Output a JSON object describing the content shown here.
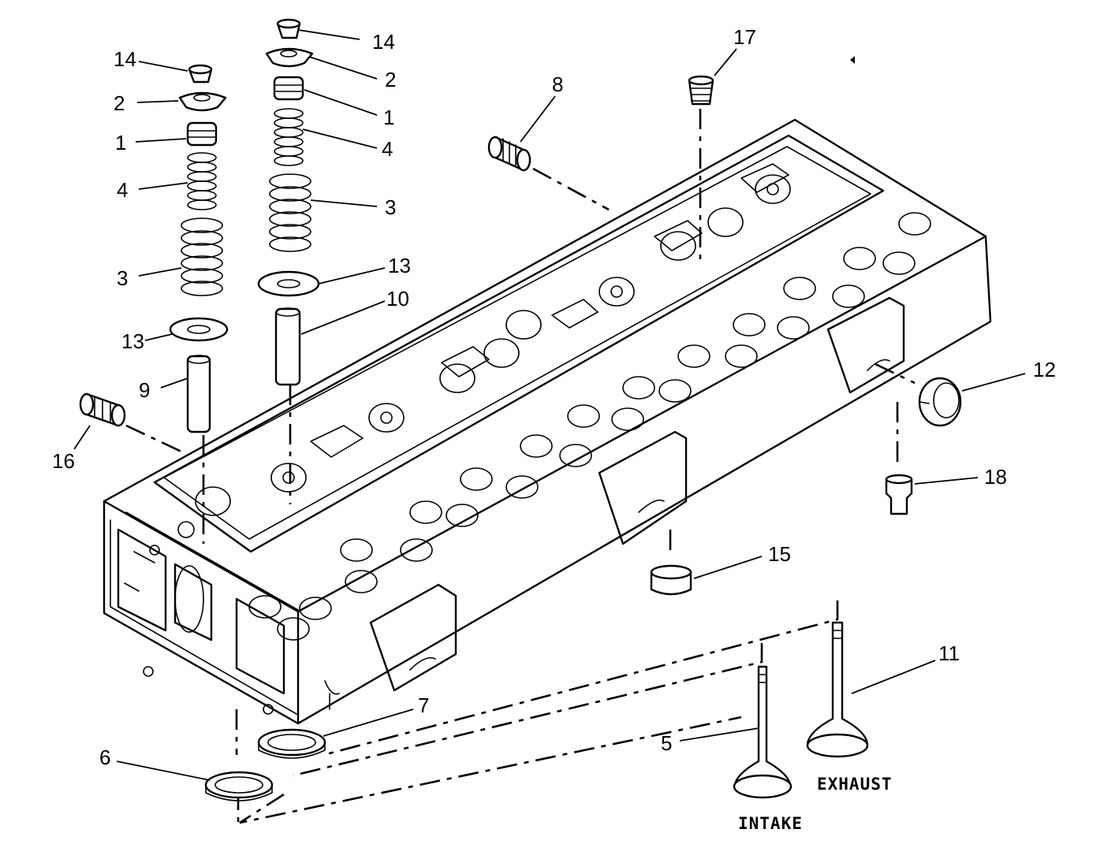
{
  "callouts": {
    "c1": "1",
    "c2": "2",
    "c3": "3",
    "c4": "4",
    "c5": "5",
    "c6": "6",
    "c7": "7",
    "c8": "8",
    "c9": "9",
    "c10": "10",
    "c11": "11",
    "c12": "12",
    "c13": "13",
    "c14": "14",
    "c15": "15",
    "c16": "16",
    "c17": "17",
    "c18": "18"
  },
  "captions": {
    "intake": "INTAKE",
    "exhaust": "EXHAUST"
  },
  "icons": {
    "mark": "small-triangle-icon"
  }
}
